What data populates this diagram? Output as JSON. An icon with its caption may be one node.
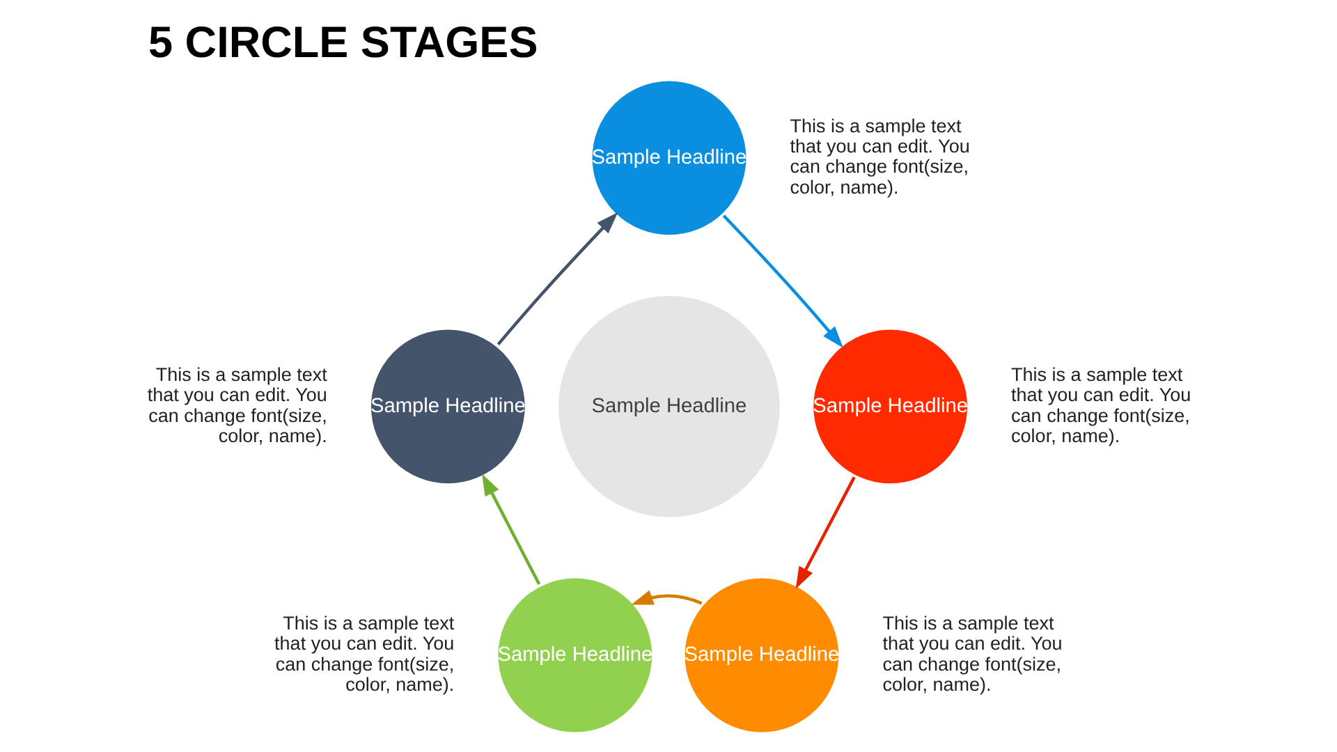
{
  "diagram": {
    "title": "5 CIRCLE STAGES",
    "nodes": [
      {
        "text": [
          "Sample Headline"
        ],
        "beside": [
          "This is a sample text that you can edit. You can change font(size, color, name)."
        ]
      },
      {
        "text": [
          "Sample Headline"
        ],
        "beside": [
          "This is a sample text that you can edit. You can change font(size, color, name)."
        ]
      },
      {
        "text": [
          "Sample Headline"
        ],
        "beside": [
          "This is a sample text that you can edit. You can change font(size, color, name)."
        ]
      },
      {
        "text": [
          "Sample Headline"
        ],
        "beside": [
          "This is a sample text that you can edit. You can change font(size, color, name)."
        ]
      },
      {
        "text": [
          "Sample Headline"
        ],
        "beside": [
          "This is a sample text that you can edit. You can change font(size, color, name)."
        ]
      },
      {
        "text": [
          "Sample Headline"
        ]
      }
    ],
    "edges": [
      {
        "from": 0,
        "to": 1,
        "arrow": "to",
        "color": "#0a8fe0"
      },
      {
        "from": 1,
        "to": 2,
        "arrow": "to",
        "color": "#e52200"
      },
      {
        "from": 2,
        "to": 3,
        "arrow": "to",
        "color": "#d67a00"
      },
      {
        "from": 3,
        "to": 4,
        "arrow": "to",
        "color": "#6fb030"
      },
      {
        "from": 4,
        "to": 0,
        "arrow": "to",
        "color": "#44546a"
      }
    ]
  }
}
